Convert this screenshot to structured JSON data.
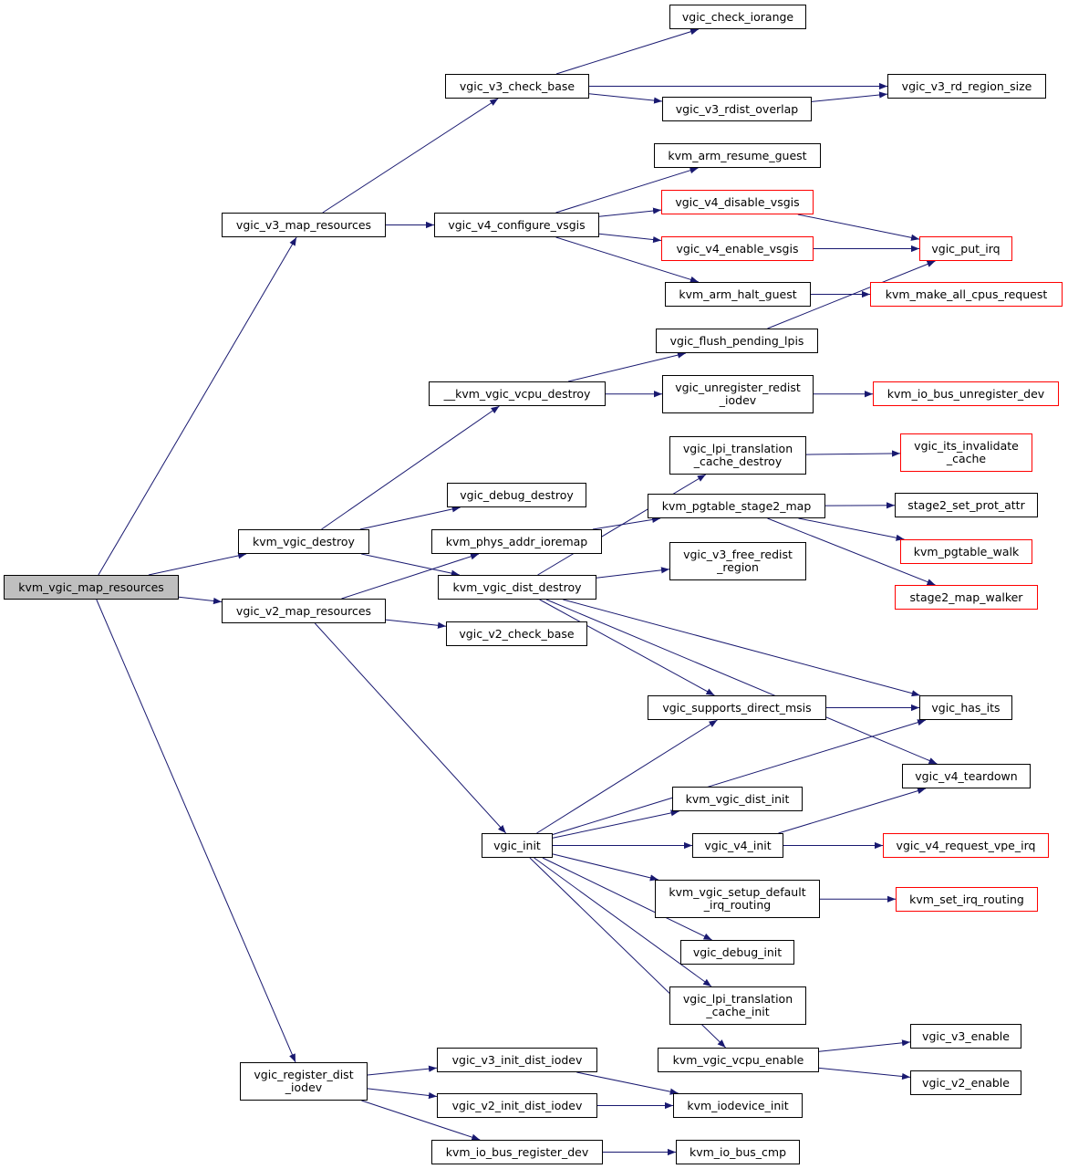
{
  "diagram": {
    "nodes": [
      {
        "id": "root",
        "label": "kvm_vgic_map_resources",
        "style": "root"
      },
      {
        "id": "v3map",
        "label": "vgic_v3_map_resources"
      },
      {
        "id": "destroy",
        "label": "kvm_vgic_destroy"
      },
      {
        "id": "v2map",
        "label": "vgic_v2_map_resources"
      },
      {
        "id": "regdist",
        "label": "vgic_register_dist\n_iodev"
      },
      {
        "id": "v3base",
        "label": "vgic_v3_check_base"
      },
      {
        "id": "iorange",
        "label": "vgic_check_iorange"
      },
      {
        "id": "rdsize",
        "label": "vgic_v3_rd_region_size"
      },
      {
        "id": "rdover",
        "label": "vgic_v3_rdist_overlap"
      },
      {
        "id": "cfgvsgis",
        "label": "vgic_v4_configure_vsgis"
      },
      {
        "id": "resume",
        "label": "kvm_arm_resume_guest"
      },
      {
        "id": "disvsgis",
        "label": "vgic_v4_disable_vsgis",
        "style": "red"
      },
      {
        "id": "envsgis",
        "label": "vgic_v4_enable_vsgis",
        "style": "red"
      },
      {
        "id": "putirq",
        "label": "vgic_put_irq",
        "style": "red"
      },
      {
        "id": "halt",
        "label": "kvm_arm_halt_guest"
      },
      {
        "id": "makeall",
        "label": "kvm_make_all_cpus_request",
        "style": "red"
      },
      {
        "id": "flushlpi",
        "label": "vgic_flush_pending_lpis"
      },
      {
        "id": "vcpudestroy",
        "label": "__kvm_vgic_vcpu_destroy"
      },
      {
        "id": "unregredist",
        "label": "vgic_unregister_redist\n_iodev"
      },
      {
        "id": "iobusunreg",
        "label": "kvm_io_bus_unregister_dev",
        "style": "red"
      },
      {
        "id": "lpicachedestroy",
        "label": "vgic_lpi_translation\n_cache_destroy"
      },
      {
        "id": "itsinval",
        "label": "vgic_its_invalidate\n_cache",
        "style": "red"
      },
      {
        "id": "debugdestroy",
        "label": "vgic_debug_destroy"
      },
      {
        "id": "s2map",
        "label": "kvm_pgtable_stage2_map"
      },
      {
        "id": "setprot",
        "label": "stage2_set_prot_attr"
      },
      {
        "id": "physioremap",
        "label": "kvm_phys_addr_ioremap"
      },
      {
        "id": "pgwalk",
        "label": "kvm_pgtable_walk",
        "style": "red"
      },
      {
        "id": "distdestroy",
        "label": "kvm_vgic_dist_destroy"
      },
      {
        "id": "freeredist",
        "label": "vgic_v3_free_redist\n_region"
      },
      {
        "id": "s2walker",
        "label": "stage2_map_walker",
        "style": "red"
      },
      {
        "id": "v2base",
        "label": "vgic_v2_check_base"
      },
      {
        "id": "directmsis",
        "label": "vgic_supports_direct_msis"
      },
      {
        "id": "hasits",
        "label": "vgic_has_its"
      },
      {
        "id": "teardown",
        "label": "vgic_v4_teardown"
      },
      {
        "id": "distinit",
        "label": "kvm_vgic_dist_init"
      },
      {
        "id": "vinit",
        "label": "vgic_init"
      },
      {
        "id": "v4init",
        "label": "vgic_v4_init"
      },
      {
        "id": "reqvpe",
        "label": "vgic_v4_request_vpe_irq",
        "style": "red"
      },
      {
        "id": "setupirq",
        "label": "kvm_vgic_setup_default\n_irq_routing"
      },
      {
        "id": "setirq",
        "label": "kvm_set_irq_routing",
        "style": "red"
      },
      {
        "id": "debuginit",
        "label": "vgic_debug_init"
      },
      {
        "id": "lpicacheinit",
        "label": "vgic_lpi_translation\n_cache_init"
      },
      {
        "id": "v3enable",
        "label": "vgic_v3_enable"
      },
      {
        "id": "vcpuenable",
        "label": "kvm_vgic_vcpu_enable"
      },
      {
        "id": "v2enable",
        "label": "vgic_v2_enable"
      },
      {
        "id": "v3initdist",
        "label": "vgic_v3_init_dist_iodev"
      },
      {
        "id": "v2initdist",
        "label": "vgic_v2_init_dist_iodev"
      },
      {
        "id": "iodevinit",
        "label": "kvm_iodevice_init"
      },
      {
        "id": "iobusreg",
        "label": "kvm_io_bus_register_dev"
      },
      {
        "id": "iobuscmp",
        "label": "kvm_io_bus_cmp"
      }
    ],
    "edges": [
      [
        "root",
        "v3map"
      ],
      [
        "root",
        "destroy"
      ],
      [
        "root",
        "v2map"
      ],
      [
        "root",
        "regdist"
      ],
      [
        "v3map",
        "v3base"
      ],
      [
        "v3map",
        "cfgvsgis"
      ],
      [
        "v3base",
        "iorange"
      ],
      [
        "v3base",
        "rdsize"
      ],
      [
        "v3base",
        "rdover"
      ],
      [
        "rdover",
        "rdsize"
      ],
      [
        "cfgvsgis",
        "resume"
      ],
      [
        "cfgvsgis",
        "disvsgis"
      ],
      [
        "cfgvsgis",
        "envsgis"
      ],
      [
        "cfgvsgis",
        "halt"
      ],
      [
        "disvsgis",
        "putirq"
      ],
      [
        "envsgis",
        "putirq"
      ],
      [
        "halt",
        "makeall"
      ],
      [
        "flushlpi",
        "putirq"
      ],
      [
        "destroy",
        "vcpudestroy"
      ],
      [
        "destroy",
        "debugdestroy"
      ],
      [
        "destroy",
        "distdestroy"
      ],
      [
        "vcpudestroy",
        "flushlpi"
      ],
      [
        "vcpudestroy",
        "unregredist"
      ],
      [
        "unregredist",
        "iobusunreg"
      ],
      [
        "distdestroy",
        "lpicachedestroy"
      ],
      [
        "distdestroy",
        "freeredist"
      ],
      [
        "distdestroy",
        "directmsis"
      ],
      [
        "distdestroy",
        "hasits"
      ],
      [
        "distdestroy",
        "teardown"
      ],
      [
        "lpicachedestroy",
        "itsinval"
      ],
      [
        "v2map",
        "physioremap"
      ],
      [
        "v2map",
        "v2base"
      ],
      [
        "v2map",
        "vinit"
      ],
      [
        "physioremap",
        "s2map"
      ],
      [
        "s2map",
        "setprot"
      ],
      [
        "s2map",
        "pgwalk"
      ],
      [
        "s2map",
        "s2walker"
      ],
      [
        "directmsis",
        "hasits"
      ],
      [
        "vinit",
        "directmsis"
      ],
      [
        "vinit",
        "hasits"
      ],
      [
        "vinit",
        "distinit"
      ],
      [
        "vinit",
        "v4init"
      ],
      [
        "vinit",
        "setupirq"
      ],
      [
        "vinit",
        "debuginit"
      ],
      [
        "vinit",
        "lpicacheinit"
      ],
      [
        "vinit",
        "vcpuenable"
      ],
      [
        "v4init",
        "teardown"
      ],
      [
        "v4init",
        "reqvpe"
      ],
      [
        "setupirq",
        "setirq"
      ],
      [
        "vcpuenable",
        "v3enable"
      ],
      [
        "vcpuenable",
        "v2enable"
      ],
      [
        "regdist",
        "v3initdist"
      ],
      [
        "regdist",
        "v2initdist"
      ],
      [
        "regdist",
        "iobusreg"
      ],
      [
        "v3initdist",
        "iodevinit"
      ],
      [
        "v2initdist",
        "iodevinit"
      ],
      [
        "iobusreg",
        "iobuscmp"
      ]
    ]
  },
  "colors": {
    "edge": "#191970",
    "node_border": "#000000",
    "external_border": "#ff0000",
    "root_fill": "#bfbfbf"
  }
}
